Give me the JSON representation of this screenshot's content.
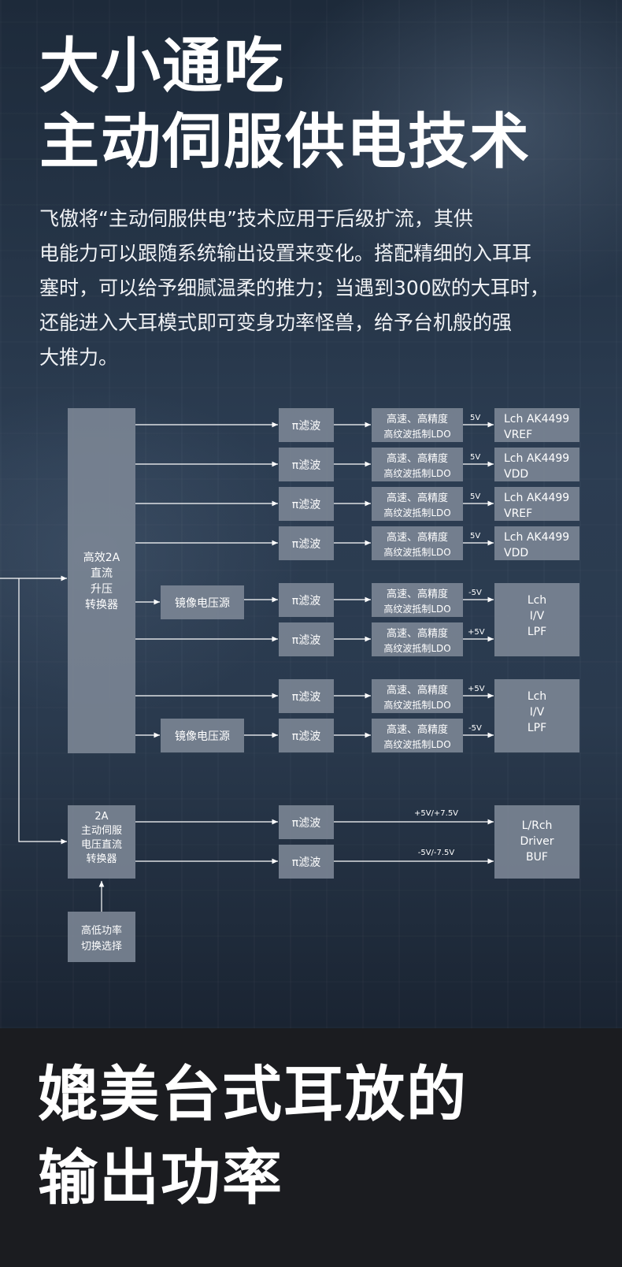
{
  "section1": {
    "title_lines": [
      "大小通吃",
      "主动伺服供电技术"
    ],
    "desc_lines": [
      "飞傲将“主动伺服供电”技术应用于后级扩流，其供",
      "电能力可以跟随系统输出设置来变化。搭配精细的入耳耳",
      "塞时，可以给予细腻温柔的推力；当遇到300欧的大耳时，",
      "还能进入大耳模式即可变身功率怪兽，给予台机般的强",
      "大推力。"
    ]
  },
  "diagram": {
    "converter1_lines": [
      "高效2A",
      "直流",
      "升压",
      "转换器"
    ],
    "converter2_lines": [
      "2A",
      "主动伺服",
      "电压直流",
      "转换器"
    ],
    "switch_lines": [
      "高低功率",
      "切换选择"
    ],
    "mirror_label": "镜像电压源",
    "filter_label": "π滤波",
    "ldo_lines": [
      "高速、高精度",
      "高纹波抵制LDO"
    ],
    "targets": {
      "vref": [
        "Lch AK4499",
        "VREF"
      ],
      "vdd": [
        "Lch AK4499",
        "VDD"
      ],
      "ivlpf": [
        "Lch",
        "I/V",
        "LPF"
      ],
      "driver": [
        "L/Rch",
        "Driver",
        "BUF"
      ]
    },
    "voltages": {
      "v5": "5V",
      "neg5": "-5V",
      "pos5": "+5V",
      "pos_rail": "+5V/+7.5V",
      "neg_rail": "-5V/-7.5V"
    }
  },
  "section2": {
    "title_lines": [
      "媲美台式耳放的",
      "输出功率"
    ]
  },
  "colors": {
    "box_fill": "#7d8896",
    "line": "#ffffff",
    "footer_bg": "#1b1c20"
  }
}
